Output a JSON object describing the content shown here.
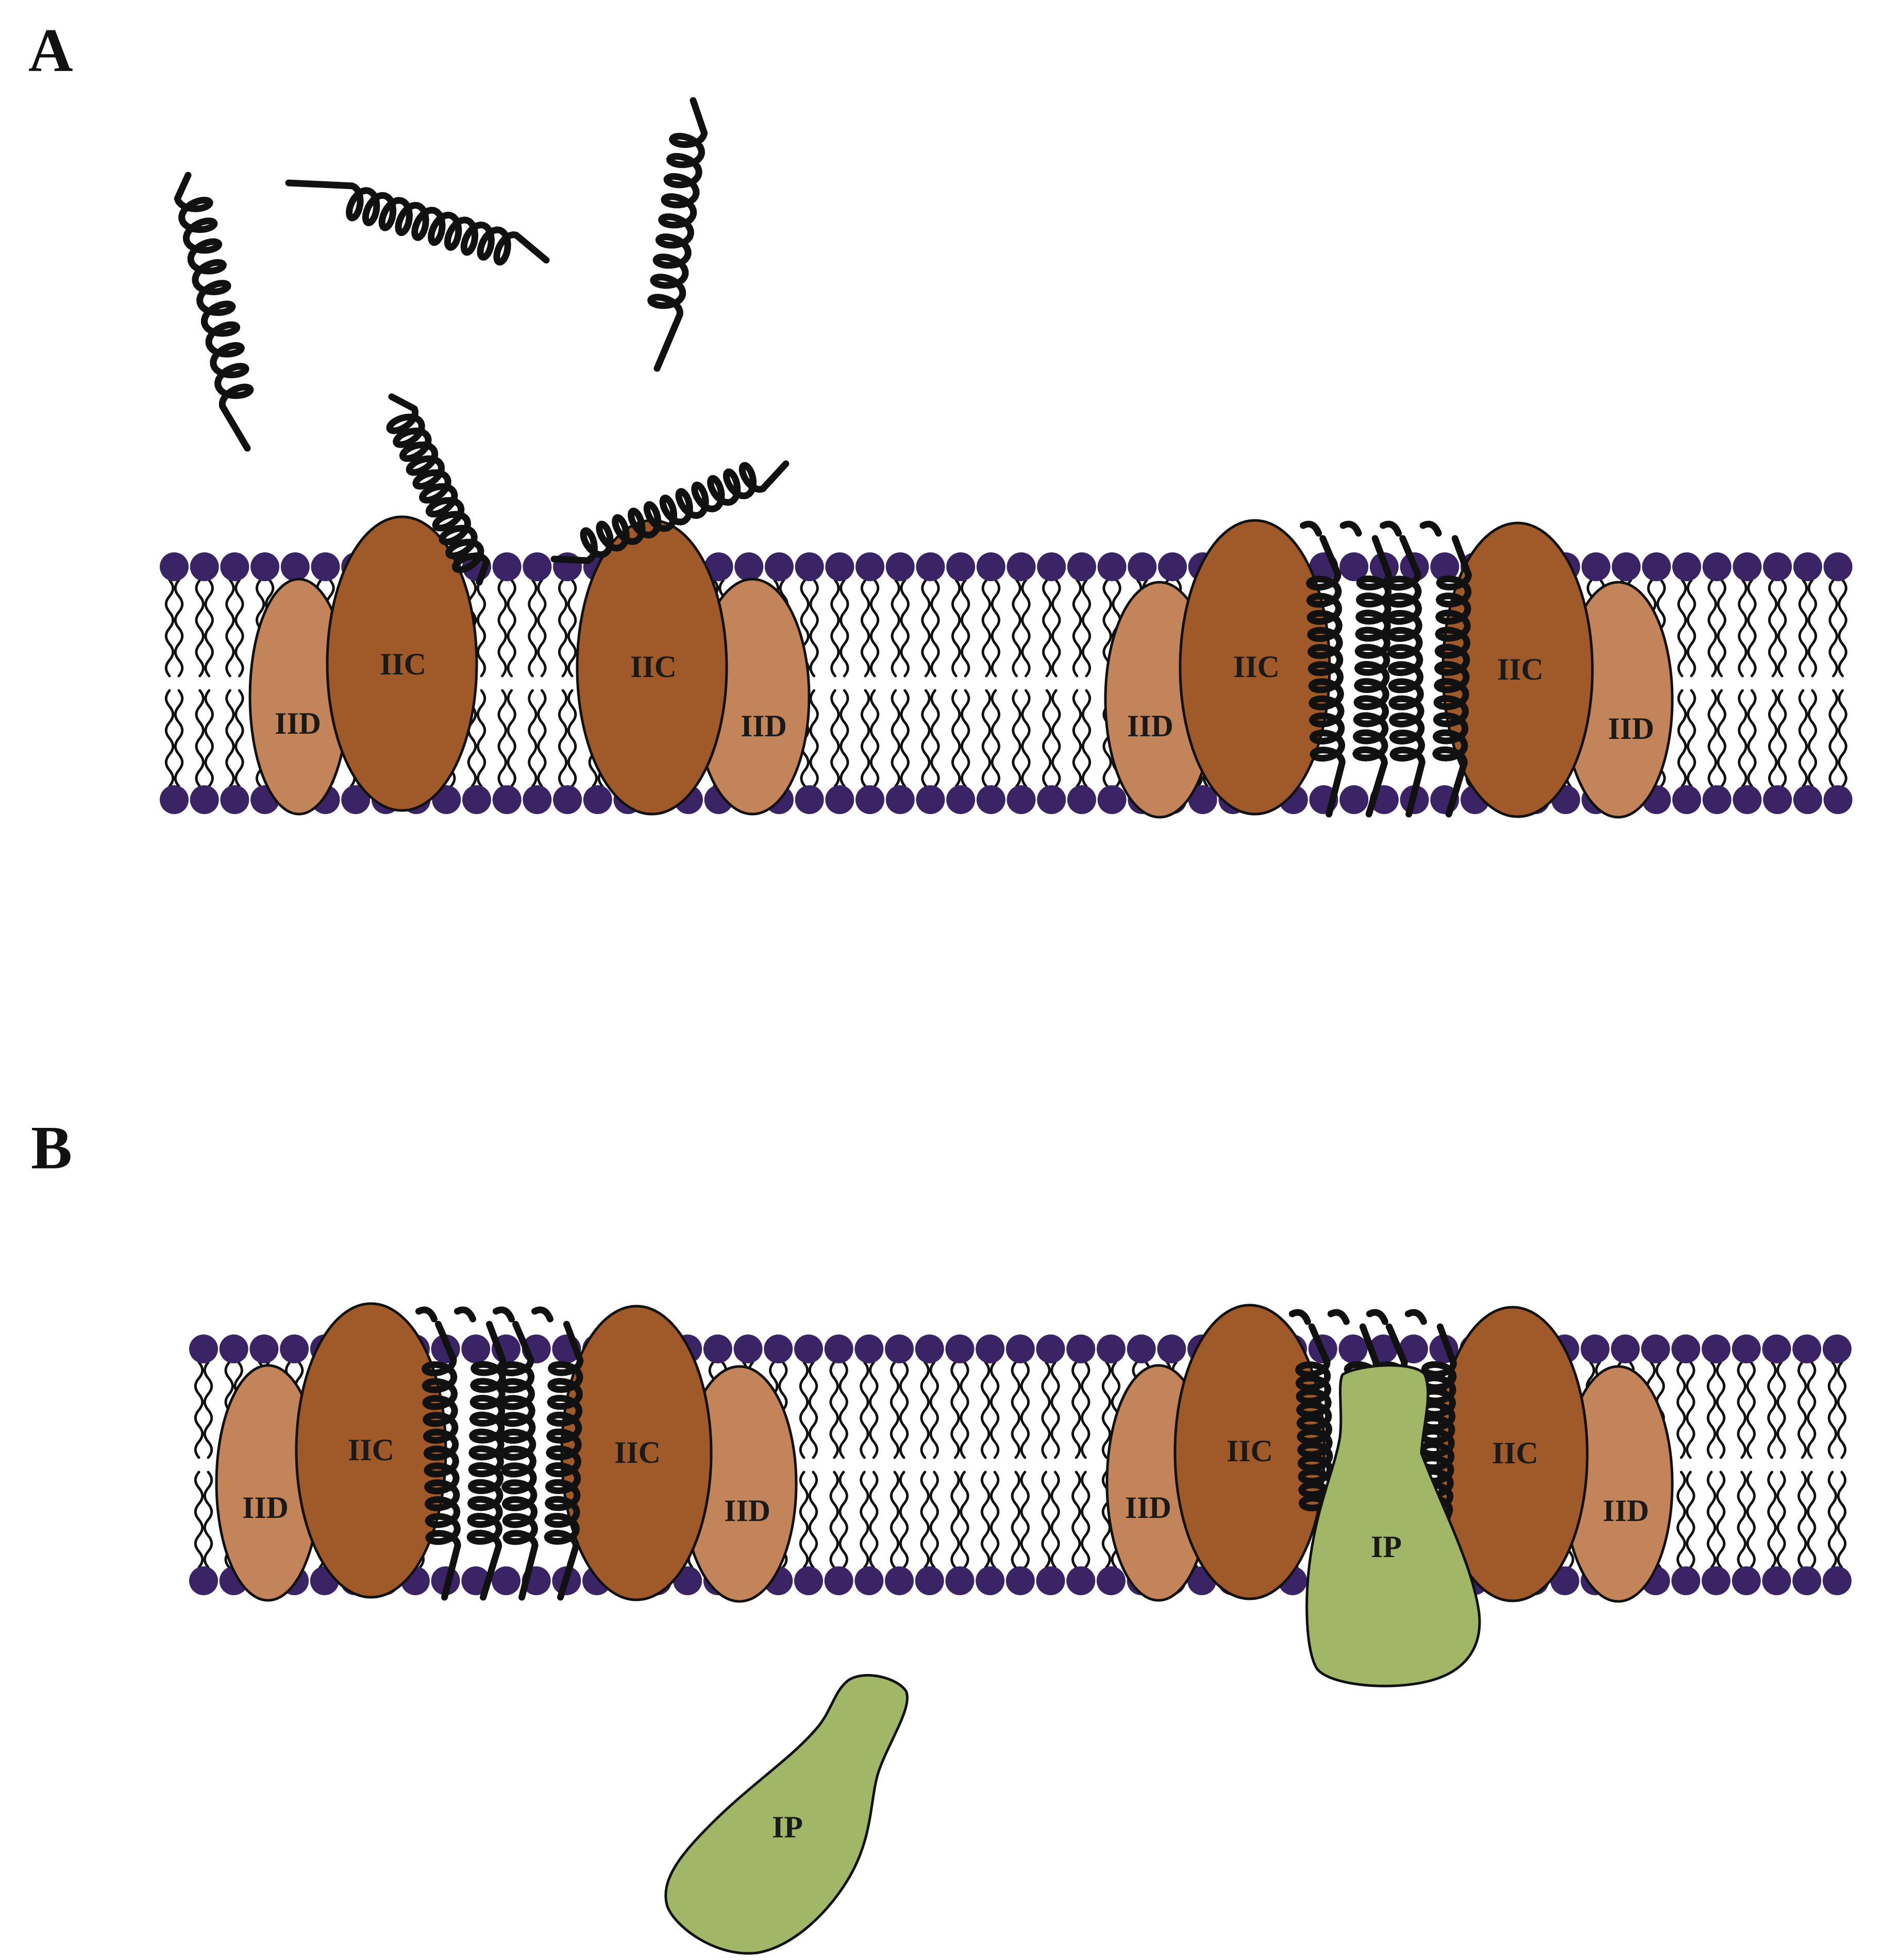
{
  "panels": {
    "a": "A",
    "b": "B"
  },
  "labels": {
    "iic": "IIC",
    "iid": "IID",
    "ip": "IP"
  },
  "colors": {
    "iic": "#a05a2a",
    "iid": "#c4845a",
    "ip": "#a1b768",
    "head": "#3b2466",
    "line": "#111111"
  }
}
